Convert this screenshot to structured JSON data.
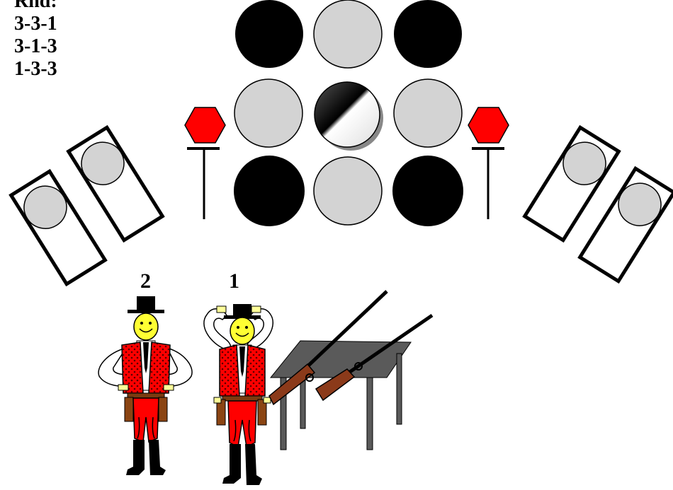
{
  "sequence": {
    "title": "Rnd:",
    "lines": [
      "3-3-1",
      "3-1-3",
      "1-3-3"
    ]
  },
  "shooters": [
    {
      "number": "2"
    },
    {
      "number": "1"
    }
  ],
  "colors": {
    "steel_plate": "#000000",
    "popper_plate": "#d3d3d3",
    "stop_plate": "#ff0000",
    "vest": "#ff0000",
    "face": "#ffff33",
    "rifle_stock": "#8b3a1a",
    "table": "#5a5a5a"
  },
  "targets_grid": [
    [
      "black",
      "gray",
      "black"
    ],
    [
      "gray",
      "swinger",
      "gray"
    ],
    [
      "black",
      "gray",
      "black"
    ]
  ]
}
